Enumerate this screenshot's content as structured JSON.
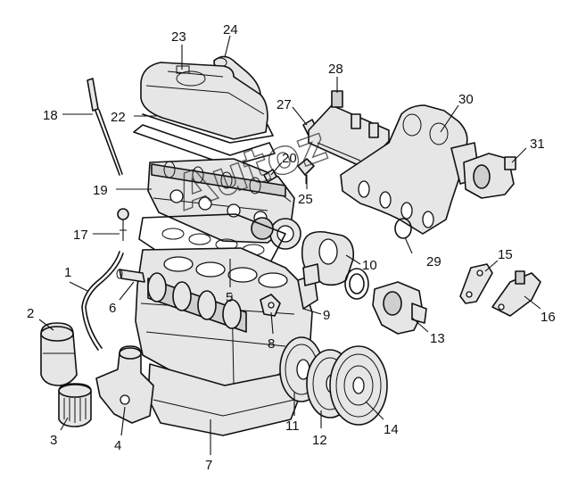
{
  "watermark": "Autoz",
  "callouts": [
    "1",
    "2",
    "3",
    "4",
    "5",
    "6",
    "7",
    "8",
    "9",
    "10",
    "11",
    "12",
    "13",
    "14",
    "15",
    "16",
    "17",
    "18",
    "19",
    "20",
    "22",
    "23",
    "24",
    "25",
    "27",
    "28",
    "29",
    "30",
    "31"
  ]
}
